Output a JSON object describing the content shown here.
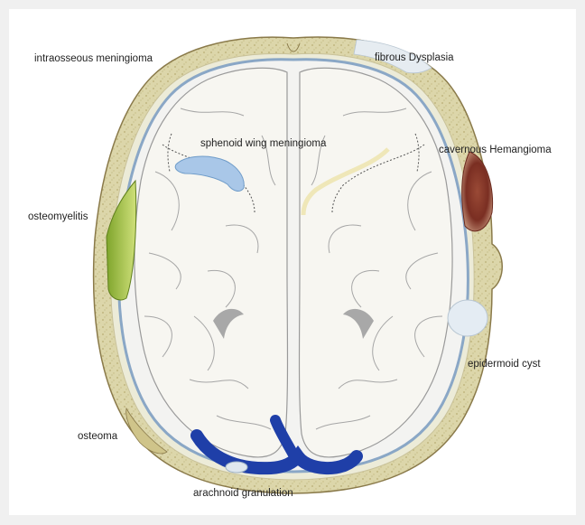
{
  "labels": {
    "intraosseous_meningioma": "intraosseous meningioma",
    "fibrous_dysplasia": "fibrous Dysplasia",
    "sphenoid_wing_meningioma": "sphenoid wing meningioma",
    "cavernous_hemangioma": "cavernous Hemangioma",
    "osteomyelitis": "osteomyelitis",
    "epidermoid_cyst": "epidermoid cyst",
    "osteoma": "osteoma",
    "arachnoid_granulation": "arachnoid granulation"
  },
  "colors": {
    "skull_bone": "#d9d3a6",
    "dura": "#8aa7c6",
    "brain": "#f6f4ef",
    "sulci": "#9a9a9a",
    "meningioma": "#a9c7e8",
    "osteomyelitis": "#a6c24a",
    "hemangioma": "#8b3b2e",
    "epidermoid": "#e4ecf3",
    "venous_sinus": "#1f3fa8"
  }
}
